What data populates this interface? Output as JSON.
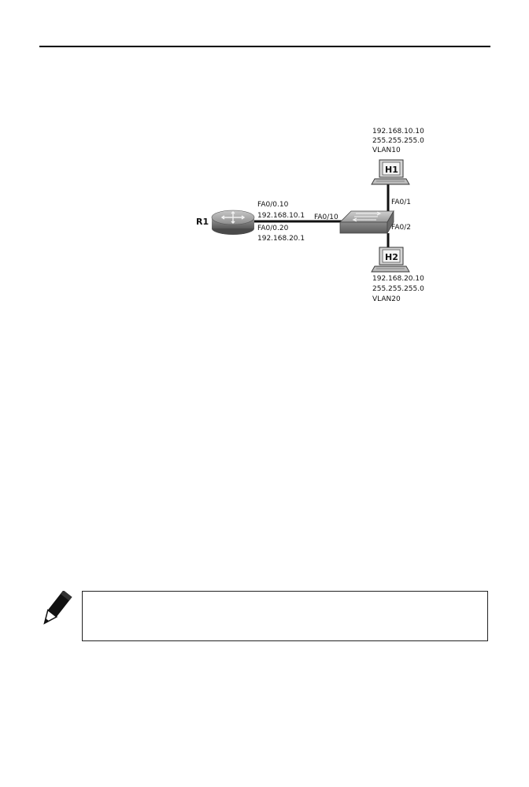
{
  "router": {
    "name": "R1",
    "iface1": "FA0/0.10",
    "ip1": "192.168.10.1",
    "iface2": "FA0/0.20",
    "ip2": "192.168.20.1"
  },
  "switch": {
    "uplink_port": "FA0/10",
    "port_h1": "FA0/1",
    "port_h2": "FA0/2"
  },
  "h1": {
    "name": "H1",
    "ip": "192.168.10.10",
    "mask": "255.255.255.0",
    "vlan": "VLAN10"
  },
  "h2": {
    "name": "H2",
    "ip": "192.168.20.10",
    "mask": "255.255.255.0",
    "vlan": "VLAN20"
  },
  "note": {
    "icon": "pencil-icon"
  }
}
